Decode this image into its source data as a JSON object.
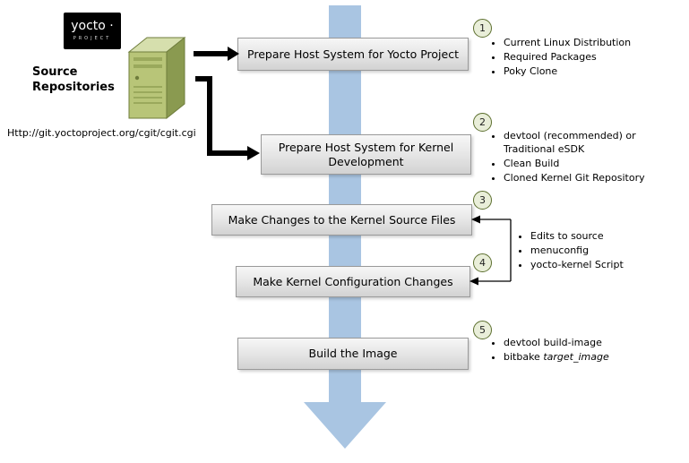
{
  "logo": {
    "brand": "yocto ·",
    "sub": "PROJECT"
  },
  "source": {
    "label": "Source\nRepositories",
    "url": "Http://git.yoctoproject.org/cgit/cgit.cgi"
  },
  "steps": [
    {
      "num": "1",
      "label": "Prepare Host System for Yocto Project",
      "bullets": [
        "Current Linux Distribution",
        "Required Packages",
        "Poky Clone"
      ]
    },
    {
      "num": "2",
      "label": "Prepare Host System for Kernel Development",
      "bullets": [
        "devtool (recommended) or Traditional eSDK",
        "Clean Build",
        "Cloned Kernel Git Repository"
      ]
    },
    {
      "num": "3",
      "label": "Make Changes to the Kernel Source Files"
    },
    {
      "num": "4",
      "label": "Make Kernel Configuration Changes"
    },
    {
      "num": "5",
      "label": "Build the Image",
      "bullet_0": "devtool build-image",
      "bullet_1_pre": "bitbake ",
      "bullet_1_em": "target_image"
    }
  ],
  "shared_bullets": [
    "Edits to source",
    "menuconfig",
    "yocto-kernel Script"
  ],
  "colors": {
    "flow_arrow_blue": "#a9c5e2",
    "box_gradient_top": "#f7f7f7",
    "box_gradient_bottom": "#d2d2d2",
    "badge_fill": "#e9eed9",
    "badge_border": "#5c6f2e",
    "connector_black": "#000000",
    "server_front": "#b8c578",
    "server_side": "#8a9a50",
    "server_top": "#d6dfad"
  }
}
